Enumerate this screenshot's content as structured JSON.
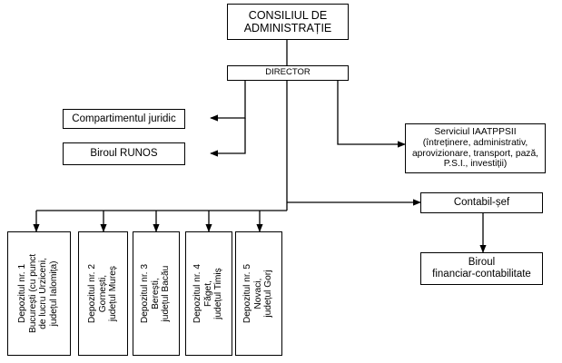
{
  "org_chart": {
    "board": "CONSILIUL DE\nADMINISTRAȚIE",
    "director": "DIRECTOR",
    "legal": "Compartimentul juridic",
    "hr": "Biroul RUNOS",
    "service": "Serviciul IAATPPSII\n(întreținere, administrativ,\naprovizionare, transport, pază,\nP.S.I., investiții)",
    "chief_accountant": "Contabil-șef",
    "finance": "Biroul\nfinanciar-contabilitate",
    "depots": [
      "Depozitul nr. 1\nBucurești (cu punct\nde lucru Urziceni,\njudețul Ialomița)",
      "Depozitul nr. 2\nGornești,\njudețul Mureș",
      "Depozitul nr. 3\nBerești,\njudețul Bacău",
      "Depozitul nr. 4\nFăget,\njudețul Timiș",
      "Depozitul nr. 5\nNovaci,\njudețul Gorj"
    ]
  }
}
